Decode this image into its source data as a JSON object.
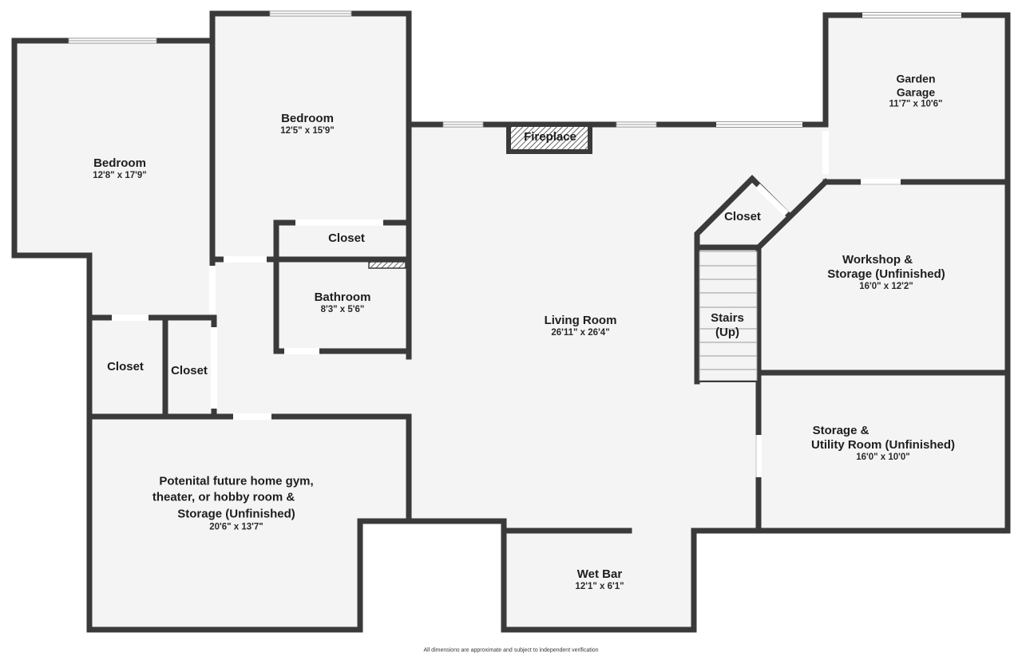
{
  "rooms": {
    "bedroom_left": {
      "name": "Bedroom",
      "dims": "12'8\" x 17'9\""
    },
    "bedroom_mid": {
      "name": "Bedroom",
      "dims": "12'5\" x 15'9\""
    },
    "closet_bed_mid": {
      "name": "Closet"
    },
    "bathroom": {
      "name": "Bathroom",
      "dims": "8'3\" x 5'6\""
    },
    "closet_left_a": {
      "name": "Closet"
    },
    "closet_left_b": {
      "name": "Closet"
    },
    "living": {
      "name": "Living Room",
      "dims": "26'11\" x 26'4\""
    },
    "fireplace": {
      "name": "Fireplace"
    },
    "closet_stair": {
      "name": "Closet"
    },
    "stairs": {
      "line1": "Stairs",
      "line2": "(Up)"
    },
    "garden_garage": {
      "line1": "Garden",
      "line2": "Garage",
      "dims": "11'7\" x 10'6\""
    },
    "workshop": {
      "line1": "Workshop &",
      "line2": "Storage (Unfinished)",
      "dims": "16'0\" x 12'2\""
    },
    "utility": {
      "line1": "Storage &",
      "line2": "Utility Room (Unfinished)",
      "dims": "16'0\" x 10'0\""
    },
    "gym": {
      "line1": "Potenital future home gym,",
      "line2": "theater, or hobby room &",
      "line3": "Storage (Unfinished)",
      "dims": "20'6\" x 13'7\""
    },
    "wet_bar": {
      "name": "Wet Bar",
      "dims": "12'1\" x 6'1\""
    }
  },
  "footnote": "All dimensions are approximate and subject to independent verification",
  "colors": {
    "wall": "#3a3a3a",
    "floor": "#f4f4f4",
    "opening": "#ffffff",
    "window_line": "#9a9a9a"
  }
}
